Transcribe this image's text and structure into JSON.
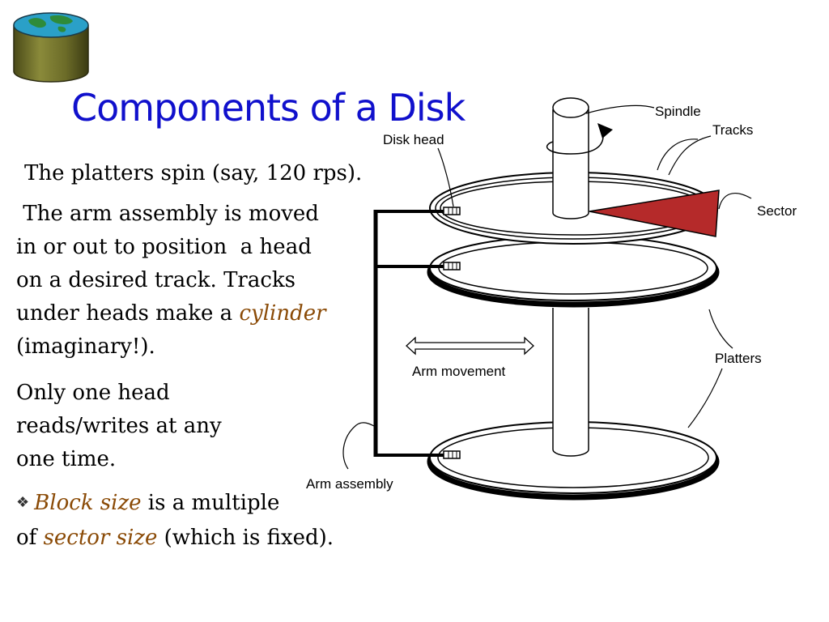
{
  "title": "Components of a Disk",
  "paragraphs": {
    "p1": "The platters spin (say, 120 rps).",
    "p2_line1": " The arm assembly is moved",
    "p2_line2": "in or out to position  a head",
    "p2_line3": "on a desired track. Tracks",
    "p2_line4_pre": "under heads make a ",
    "p2_line4_em": "cylinder",
    "p2_line5": "(imaginary!).",
    "p3_line1": "Only one head",
    "p3_line2": "reads/writes at any",
    "p3_line3": "one time.",
    "p4_em1": "Block size",
    "p4_mid": " is a multiple",
    "p4_line2_pre": "of ",
    "p4_em2": "sector size",
    "p4_line2_post": " (which is fixed)."
  },
  "diagram_labels": {
    "spindle": "Spindle",
    "tracks": "Tracks",
    "disk_head": "Disk head",
    "sector": "Sector",
    "platters": "Platters",
    "arm_movement": "Arm movement",
    "arm_assembly": "Arm assembly"
  },
  "icons": {
    "logo": "globe-cylinder-icon",
    "bullet": "diamond-bullet-icon"
  },
  "colors": {
    "title": "#1010cc",
    "emphasis": "#8a4a06",
    "sector": "#b52a2a"
  }
}
